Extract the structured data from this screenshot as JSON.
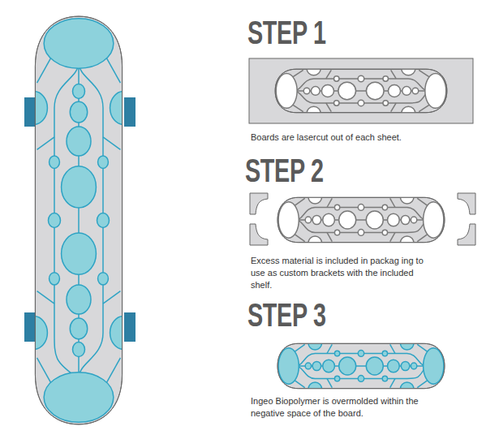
{
  "diagram": {
    "labels": [
      "STEP 1",
      "Boards are lasercut out of each sheet.",
      "STEP 2",
      "Excess material is included in packag ing to use as custom brackets with the included shelf.",
      "STEP 3",
      "Ingeo Biopolymer is overmolded within the negative space of the board."
    ]
  }
}
